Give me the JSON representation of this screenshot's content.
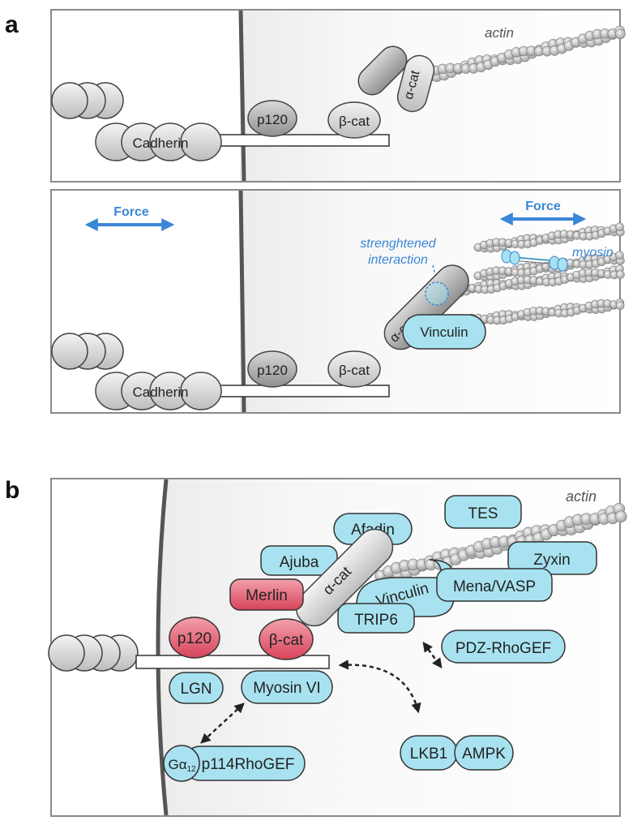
{
  "panel_a": {
    "label": "a",
    "top": {
      "actin": "actin",
      "cadherin": "Cadherin",
      "p120": "p120",
      "beta_cat": "β-cat",
      "alpha_cat": "α-cat"
    },
    "bottom": {
      "force_left": "Force",
      "force_right": "Force",
      "strengthened_line1": "strenghtened",
      "strengthened_line2": "interaction",
      "myosin": "myosin",
      "cadherin": "Cadherin",
      "p120": "p120",
      "beta_cat": "β-cat",
      "alpha_cat": "α-cat",
      "vinculin": "Vinculin"
    }
  },
  "panel_b": {
    "label": "b",
    "actin": "actin",
    "proteins": {
      "tes": "TES",
      "afadin": "Afadin",
      "zyxin": "Zyxin",
      "ajuba": "Ajuba",
      "merlin": "Merlin",
      "alpha_cat": "α-cat",
      "vinculin": "Vinculin",
      "mena_vasp": "Mena/VASP",
      "trip6": "TRIP6",
      "p120": "p120",
      "beta_cat": "β-cat",
      "pdz_rhogef": "PDZ-RhoGEF",
      "lgn": "LGN",
      "myosin_vi": "Myosin VI",
      "lkb1": "LKB1",
      "ampk": "AMPK",
      "galpha": "Gα",
      "galpha_sub": "12",
      "p114rhogef": "p114RhoGEF"
    }
  },
  "colors": {
    "blue_protein": "#a8e2f0",
    "red_protein": "#e2566b",
    "grey_protein": "#d8d8d8",
    "force_arrow": "#3b86d6",
    "membrane": "#555555",
    "frame": "#8a8a8a"
  }
}
